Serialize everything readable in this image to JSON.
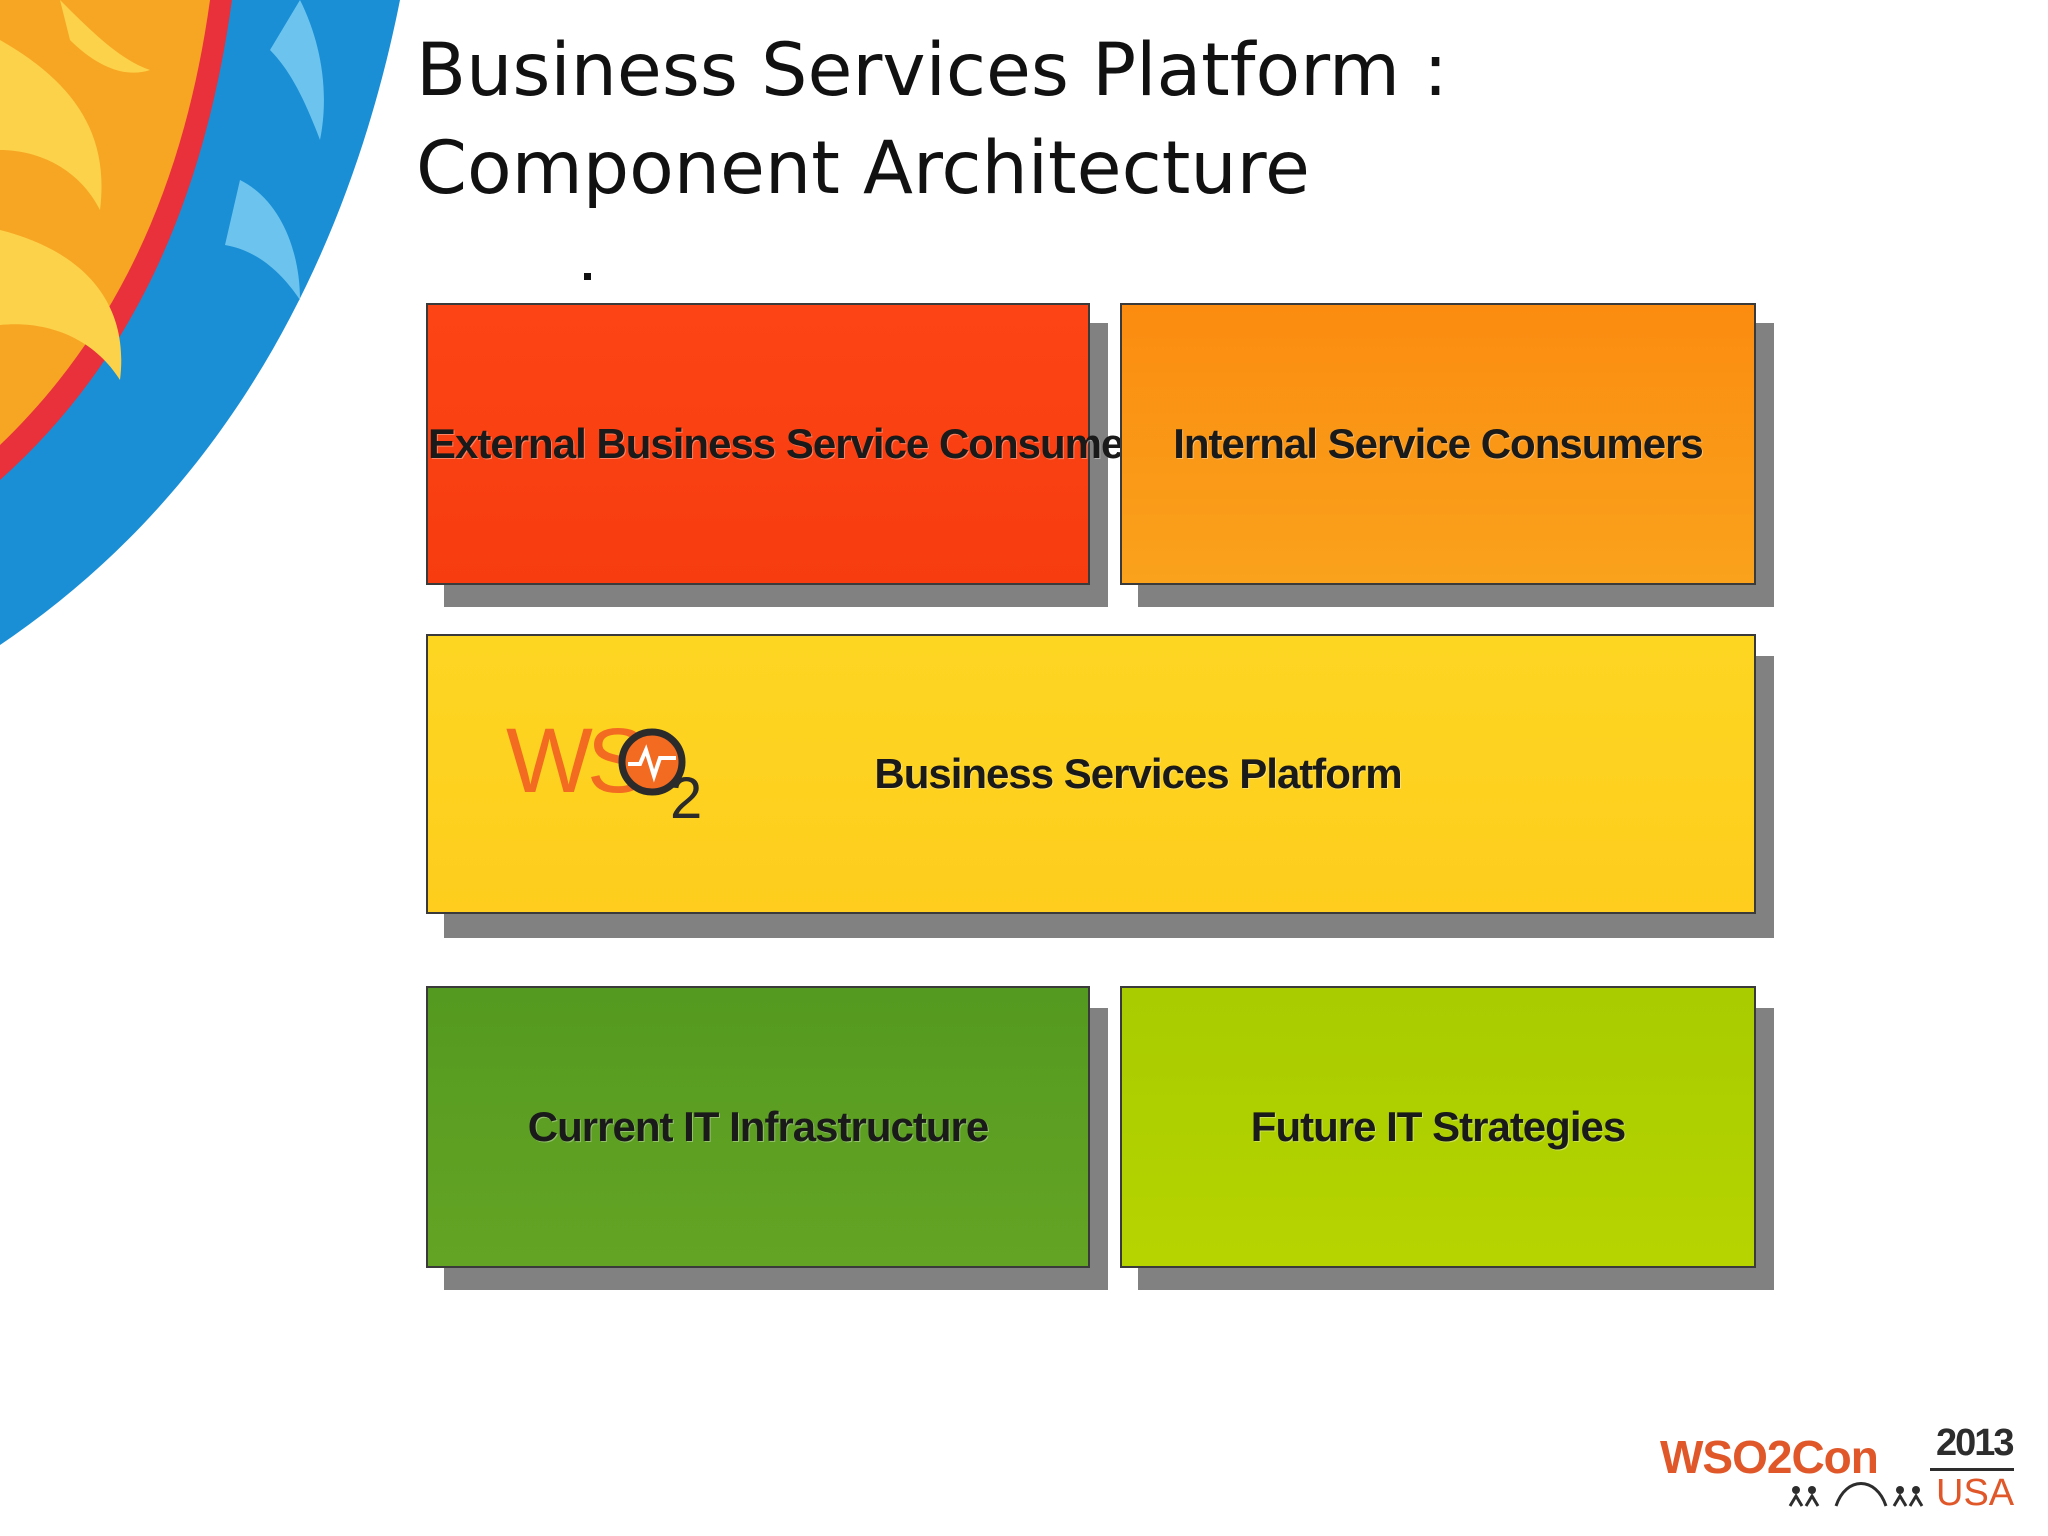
{
  "slide": {
    "title": "Business Services Platform : Component Architecture"
  },
  "colors": {
    "external_consumers": "#fb4210",
    "internal_consumers": "#fa9414",
    "platform": "#fed221",
    "current_it": "#5c9e22",
    "future_it": "#b4d200",
    "shadow": "#818181",
    "wso2_orange": "#f26b21"
  },
  "diagram": {
    "external_consumers": "External Business Service Consumers",
    "internal_consumers": "Internal Service Consumers",
    "platform": "Business Services Platform",
    "current_it": "Current IT Infrastructure",
    "future_it": "Future IT Strategies"
  },
  "logos": {
    "platform_logo": "WSO2",
    "footer_brand": "WSO2Con",
    "footer_year": "2013",
    "footer_region": "USA"
  }
}
